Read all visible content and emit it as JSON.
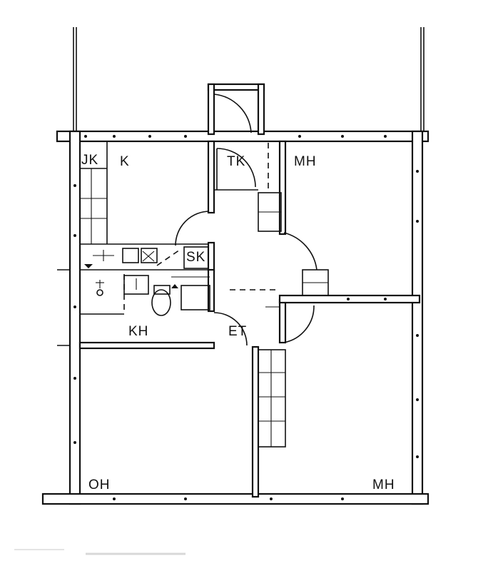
{
  "rooms": {
    "jk": "JK",
    "k": "K",
    "tk": "TK",
    "mh_top": "MH",
    "sk": "SK",
    "kh": "KH",
    "et": "ET",
    "oh": "OH",
    "mh_bottom": "MH"
  }
}
